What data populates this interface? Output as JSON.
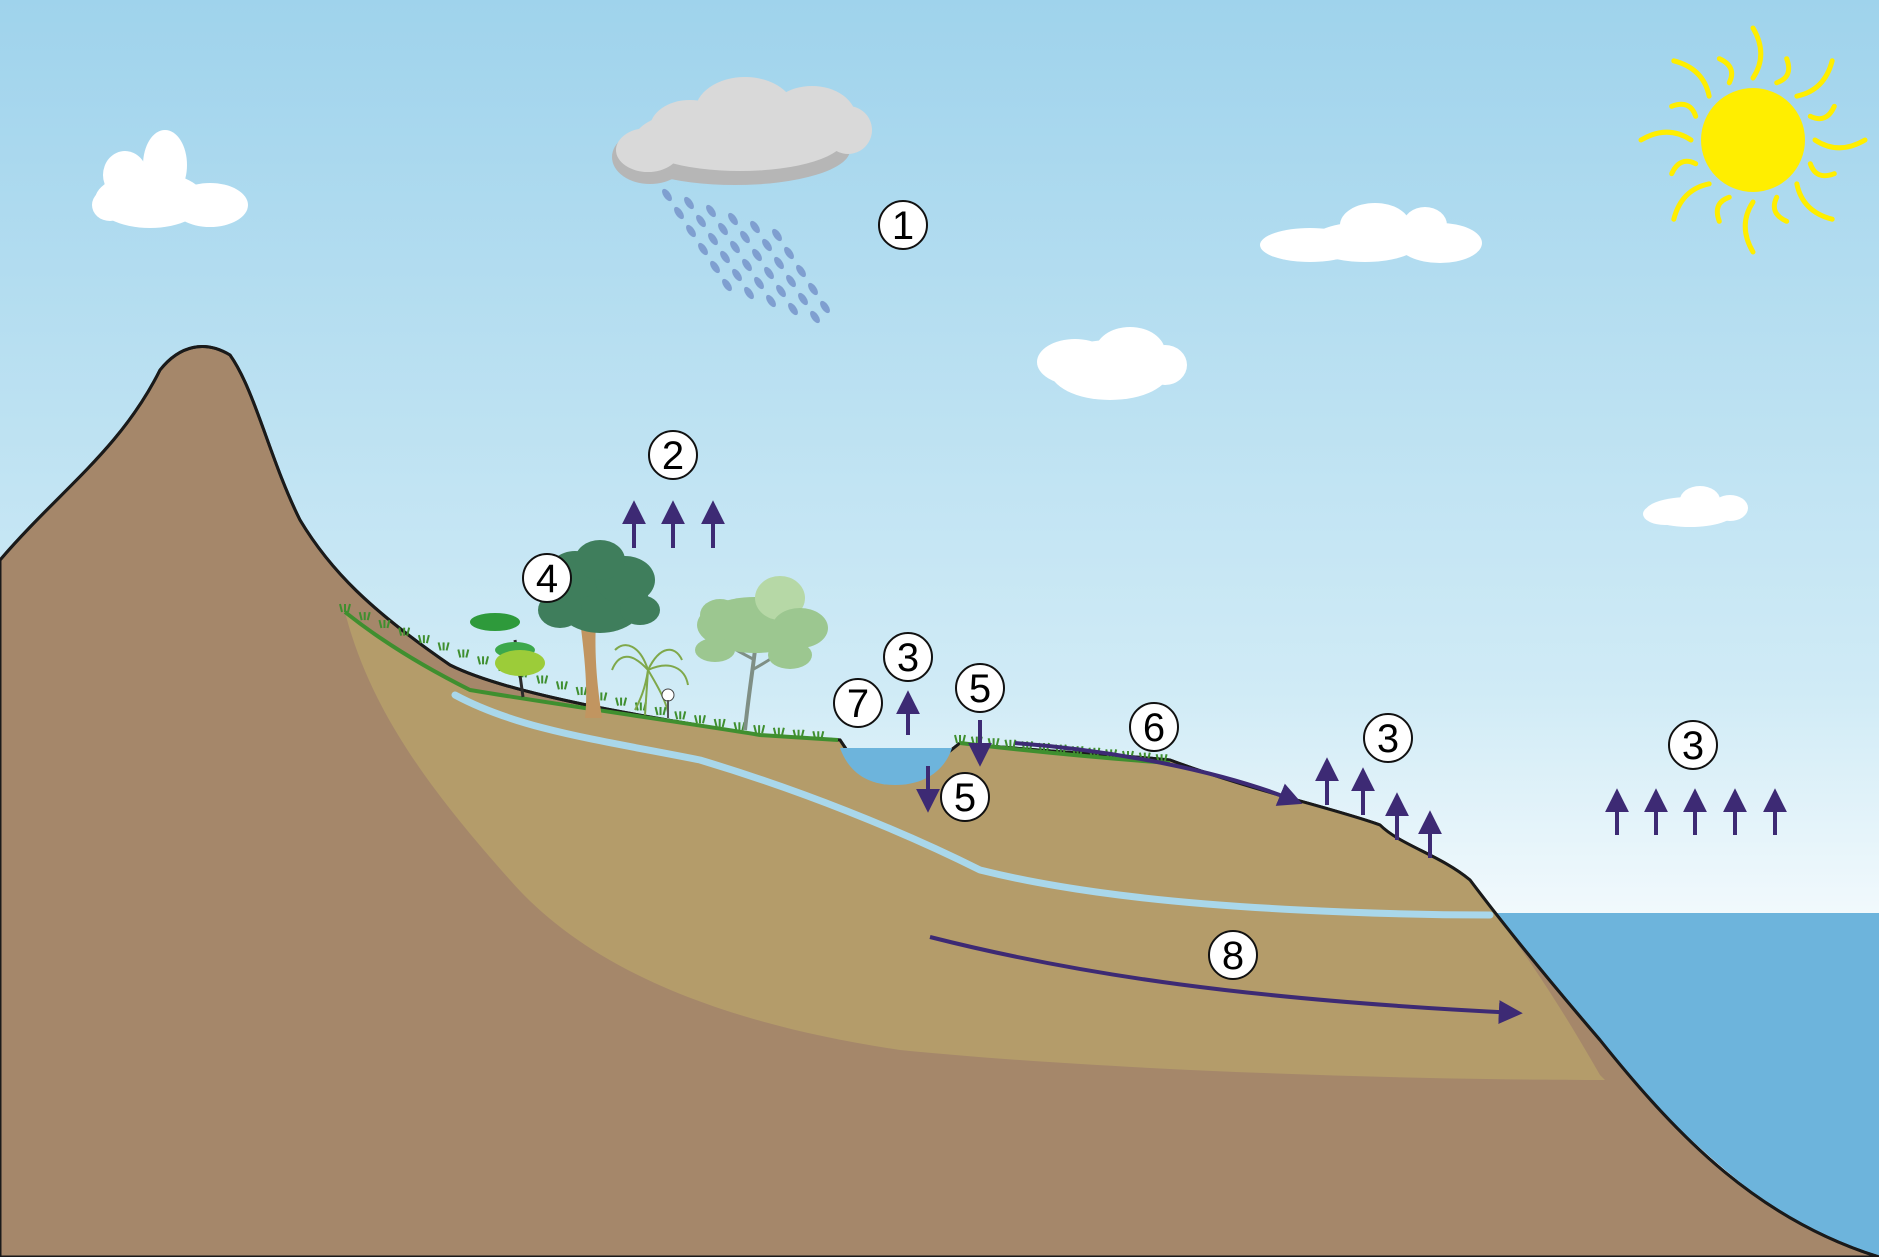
{
  "diagram": {
    "labels": [
      {
        "id": "label-1",
        "text": "1"
      },
      {
        "id": "label-2",
        "text": "2"
      },
      {
        "id": "label-3-lake",
        "text": "3"
      },
      {
        "id": "label-3-coast",
        "text": "3"
      },
      {
        "id": "label-3-sea",
        "text": "3"
      },
      {
        "id": "label-4",
        "text": "4"
      },
      {
        "id": "label-5-surface",
        "text": "5"
      },
      {
        "id": "label-5-lake",
        "text": "5"
      },
      {
        "id": "label-6",
        "text": "6"
      },
      {
        "id": "label-7",
        "text": "7"
      },
      {
        "id": "label-8",
        "text": "8"
      }
    ]
  },
  "colors": {
    "sky_top": "#9fd3ec",
    "sky_bottom": "#ffffff",
    "mountain": "#a5876a",
    "soil": "#b49c6a",
    "groundwater_stream": "#a9d7ea",
    "sea": "#6db4dc",
    "grass": "#3f8f2f",
    "arrow": "#3d2a74",
    "sun": "#ffee00",
    "cloud": "#ffffff",
    "rain_cloud": "#d3d3d3",
    "rain_drop": "#7f9fd0"
  }
}
